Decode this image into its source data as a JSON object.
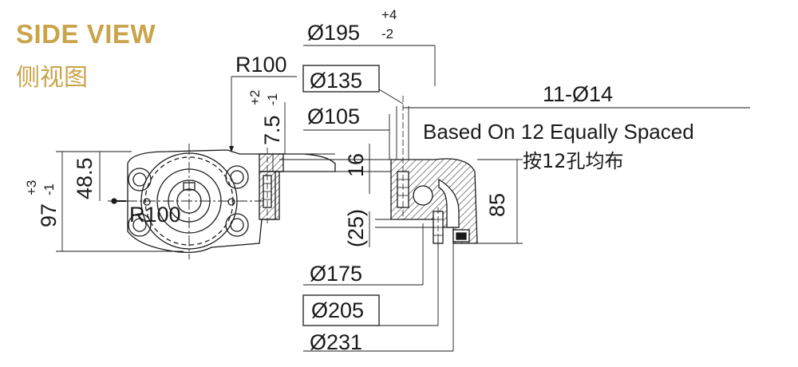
{
  "header": {
    "title": "SIDE VIEW",
    "subtitle": "侧视图",
    "accent_color": "#c9a44a"
  },
  "dimensions": {
    "d195": "Ø195",
    "d195_tol_upper": "+4",
    "d195_tol_lower": "-2",
    "r100_top": "R100",
    "d135": "Ø135",
    "d105": "Ø105",
    "holes": "11-Ø14",
    "holes_note_en": "Based On 12 Equally Spaced",
    "holes_note_cn": "按12孔均布",
    "h7_5": "7.5",
    "h7_5_tol_upper": "+2",
    "h7_5_tol_lower": "-1",
    "h16": "16",
    "h48_5": "48.5",
    "h97": "97",
    "h97_tol_upper": "+3",
    "h97_tol_lower": "-1",
    "r100_body": "R100",
    "h25": "(25)",
    "h85": "85",
    "d175": "Ø175",
    "d205": "Ø205",
    "d231": "Ø231"
  },
  "colors": {
    "line": "#1a1a1a",
    "hatch": "#333333"
  }
}
